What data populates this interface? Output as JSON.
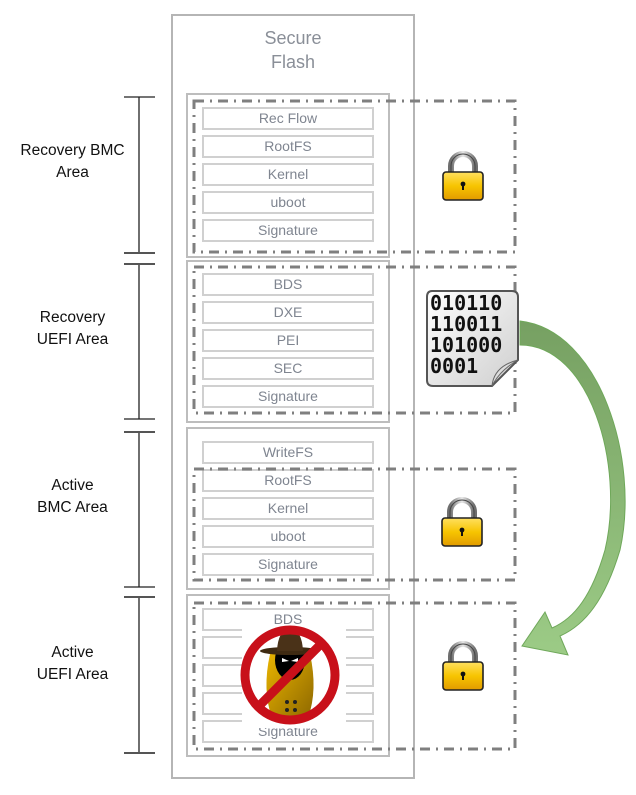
{
  "flash": {
    "title_line1": "Secure",
    "title_line2": "Flash"
  },
  "areas": [
    {
      "label_line1": "Recovery BMC",
      "label_line2": "Area",
      "cells": [
        "Rec Flow",
        "RootFS",
        "Kernel",
        "uboot",
        "Signature"
      ],
      "icon": "lock-icon"
    },
    {
      "label_line1": "Recovery",
      "label_line2": "UEFI Area",
      "cells": [
        "BDS",
        "DXE",
        "PEI",
        "SEC",
        "Signature"
      ],
      "icon": "binary-file-icon"
    },
    {
      "label_line1": "Active",
      "label_line2": "BMC Area",
      "cells": [
        "WriteFS",
        "RootFS",
        "Kernel",
        "uboot",
        "Signature"
      ],
      "icon": "lock-icon"
    },
    {
      "label_line1": "Active",
      "label_line2": "UEFI Area",
      "cells": [
        "BDS",
        "",
        "",
        "",
        "Signature"
      ],
      "icon": "lock-icon",
      "overlay_icon": "no-spy-icon"
    }
  ],
  "binary_text": [
    "010110",
    "110011",
    "101000",
    "0001"
  ],
  "colors": {
    "arrow": "#8db77a",
    "arrow_dark": "#76a062",
    "lock_body": "#f5b800",
    "no_sign": "#c8101a",
    "dash": "#7f7f7f"
  }
}
